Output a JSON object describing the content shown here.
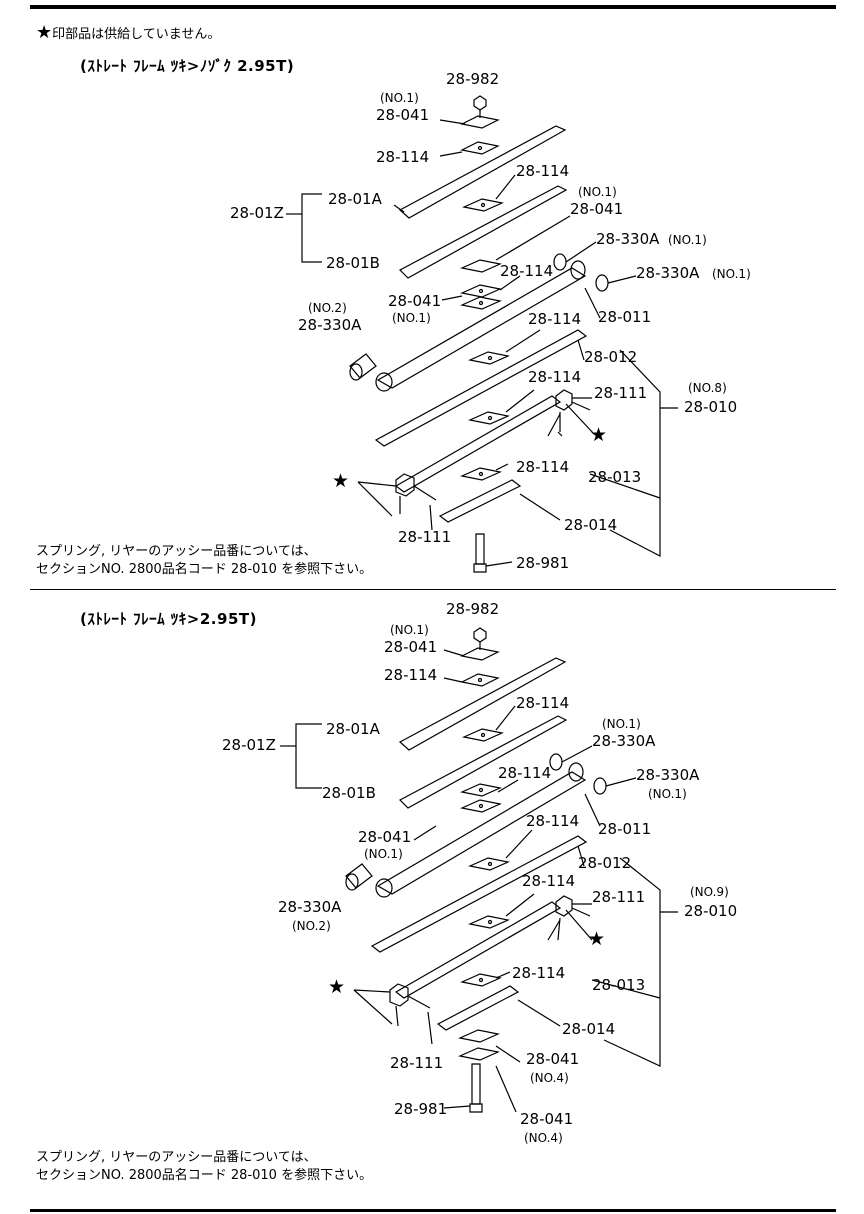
{
  "legend": {
    "star": "★",
    "note": "印部品は供給していません。"
  },
  "sections": [
    {
      "title": "(ｽﾄﾚｰﾄ ﾌﾚｰﾑ ﾂｷ>ﾉｿﾞｸ 2.95T)",
      "footer": [
        "スプリング, リヤーのアッシー品番については、",
        "セクションNO. 2800品名コード 28-010 を参照下さい。"
      ],
      "labels": {
        "p982": "28-982",
        "no1_041": "(NO.1)",
        "p041_top": "28-041",
        "p114_a": "28-114",
        "p114_b": "28-114",
        "no1_041b": "(NO.1)",
        "p041_b": "28-041",
        "p01Z": "28-01Z",
        "p01A": "28-01A",
        "p01B": "28-01B",
        "p330_1": "28-330A",
        "no1_330_1": "(NO.1)",
        "p114_c": "28-114",
        "p330_2": "28-330A",
        "no1_330_2": "(NO.1)",
        "p041_c": "28-041",
        "no1_041c": "(NO.1)",
        "no2_330": "(NO.2)",
        "p330_3": "28-330A",
        "p011": "28-011",
        "p114_d": "28-114",
        "p012": "28-012",
        "no8": "(NO.8)",
        "p010": "28-010",
        "p114_e": "28-114",
        "p111_a": "28-111",
        "p114_f": "28-114",
        "p013": "28-013",
        "p014": "28-014",
        "p111_b": "28-111",
        "p981": "28-981"
      }
    },
    {
      "title": "(ｽﾄﾚｰﾄ ﾌﾚｰﾑ ﾂｷ>2.95T)",
      "footer": [
        "スプリング, リヤーのアッシー品番については、",
        "セクションNO. 2800品名コード 28-010 を参照下さい。"
      ],
      "labels": {
        "p982": "28-982",
        "no1_041": "(NO.1)",
        "p041_top": "28-041",
        "p114_a": "28-114",
        "p114_b": "28-114",
        "p01Z": "28-01Z",
        "p01A": "28-01A",
        "p01B": "28-01B",
        "no1_330_1": "(NO.1)",
        "p330_1": "28-330A",
        "p114_c": "28-114",
        "p330_2": "28-330A",
        "no1_330_2": "(NO.1)",
        "p041_c": "28-041",
        "no1_041c": "(NO.1)",
        "p114_d": "28-114",
        "p011": "28-011",
        "p012": "28-012",
        "p114_e": "28-114",
        "p111_a": "28-111",
        "no9": "(NO.9)",
        "p010": "28-010",
        "p330_3": "28-330A",
        "no2_330": "(NO.2)",
        "p114_f": "28-114",
        "p013": "28-013",
        "p014": "28-014",
        "p111_b": "28-111",
        "p041_d": "28-041",
        "no4_d": "(NO.4)",
        "p981": "28-981",
        "p041_e": "28-041",
        "no4_e": "(NO.4)"
      }
    }
  ]
}
